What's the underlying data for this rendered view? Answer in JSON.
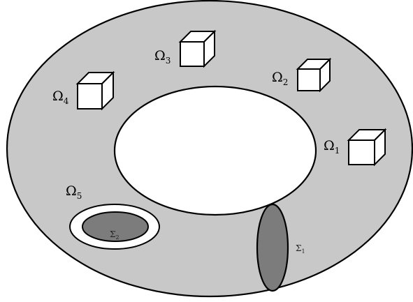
{
  "diagram": {
    "colors": {
      "annulus_fill": "#c8c8c8",
      "hole_fill": "#ffffff",
      "outline": "#000000",
      "surface_fill": "#7c7c7c",
      "cube_fill": "#ffffff"
    },
    "regions": [
      {
        "symbol": "Ω",
        "index": "1"
      },
      {
        "symbol": "Ω",
        "index": "2"
      },
      {
        "symbol": "Ω",
        "index": "3"
      },
      {
        "symbol": "Ω",
        "index": "4"
      },
      {
        "symbol": "Ω",
        "index": "5"
      }
    ],
    "surfaces": [
      {
        "symbol": "Σ",
        "index": "1"
      },
      {
        "symbol": "Σ",
        "index": "2"
      }
    ]
  }
}
